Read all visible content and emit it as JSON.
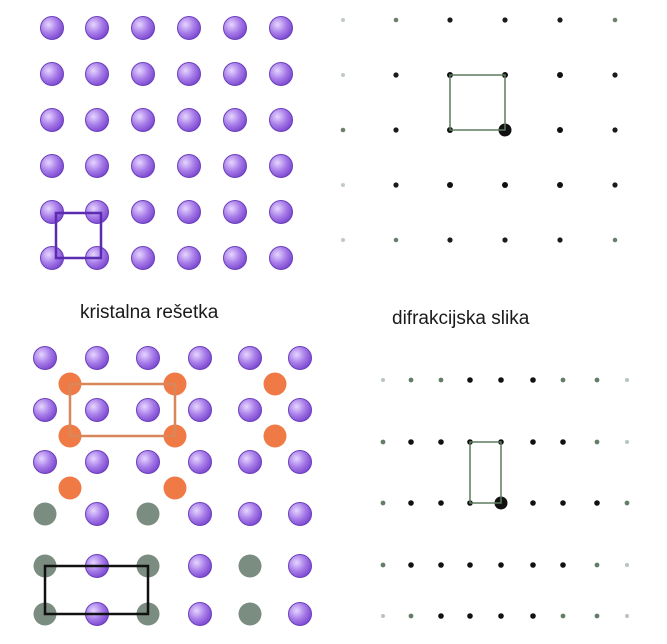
{
  "captions": {
    "lattice": "kristalna rešetka",
    "diffraction": "difrakcijska slika"
  },
  "colors": {
    "purple_atom": "#a77be8",
    "purple_edge": "#6a3fbd",
    "orange_atom": "#f07a45",
    "grey_atom": "#7b8c80",
    "purple_cell": "#5b2bb0",
    "orange_cell": "#d9875a",
    "black_cell": "#111111",
    "green_cell": "#5d7a5d"
  },
  "panels": {
    "simple_lattice": {
      "rows": 6,
      "cols": 6
    },
    "simple_diffraction": {
      "rows": 5,
      "cols": 6
    },
    "superlattice": {
      "rows": 6,
      "cols": 6,
      "atom_types": [
        "purple",
        "orange",
        "grey"
      ]
    },
    "superlattice_diffraction": {
      "rows": 5,
      "cols": 9
    }
  }
}
